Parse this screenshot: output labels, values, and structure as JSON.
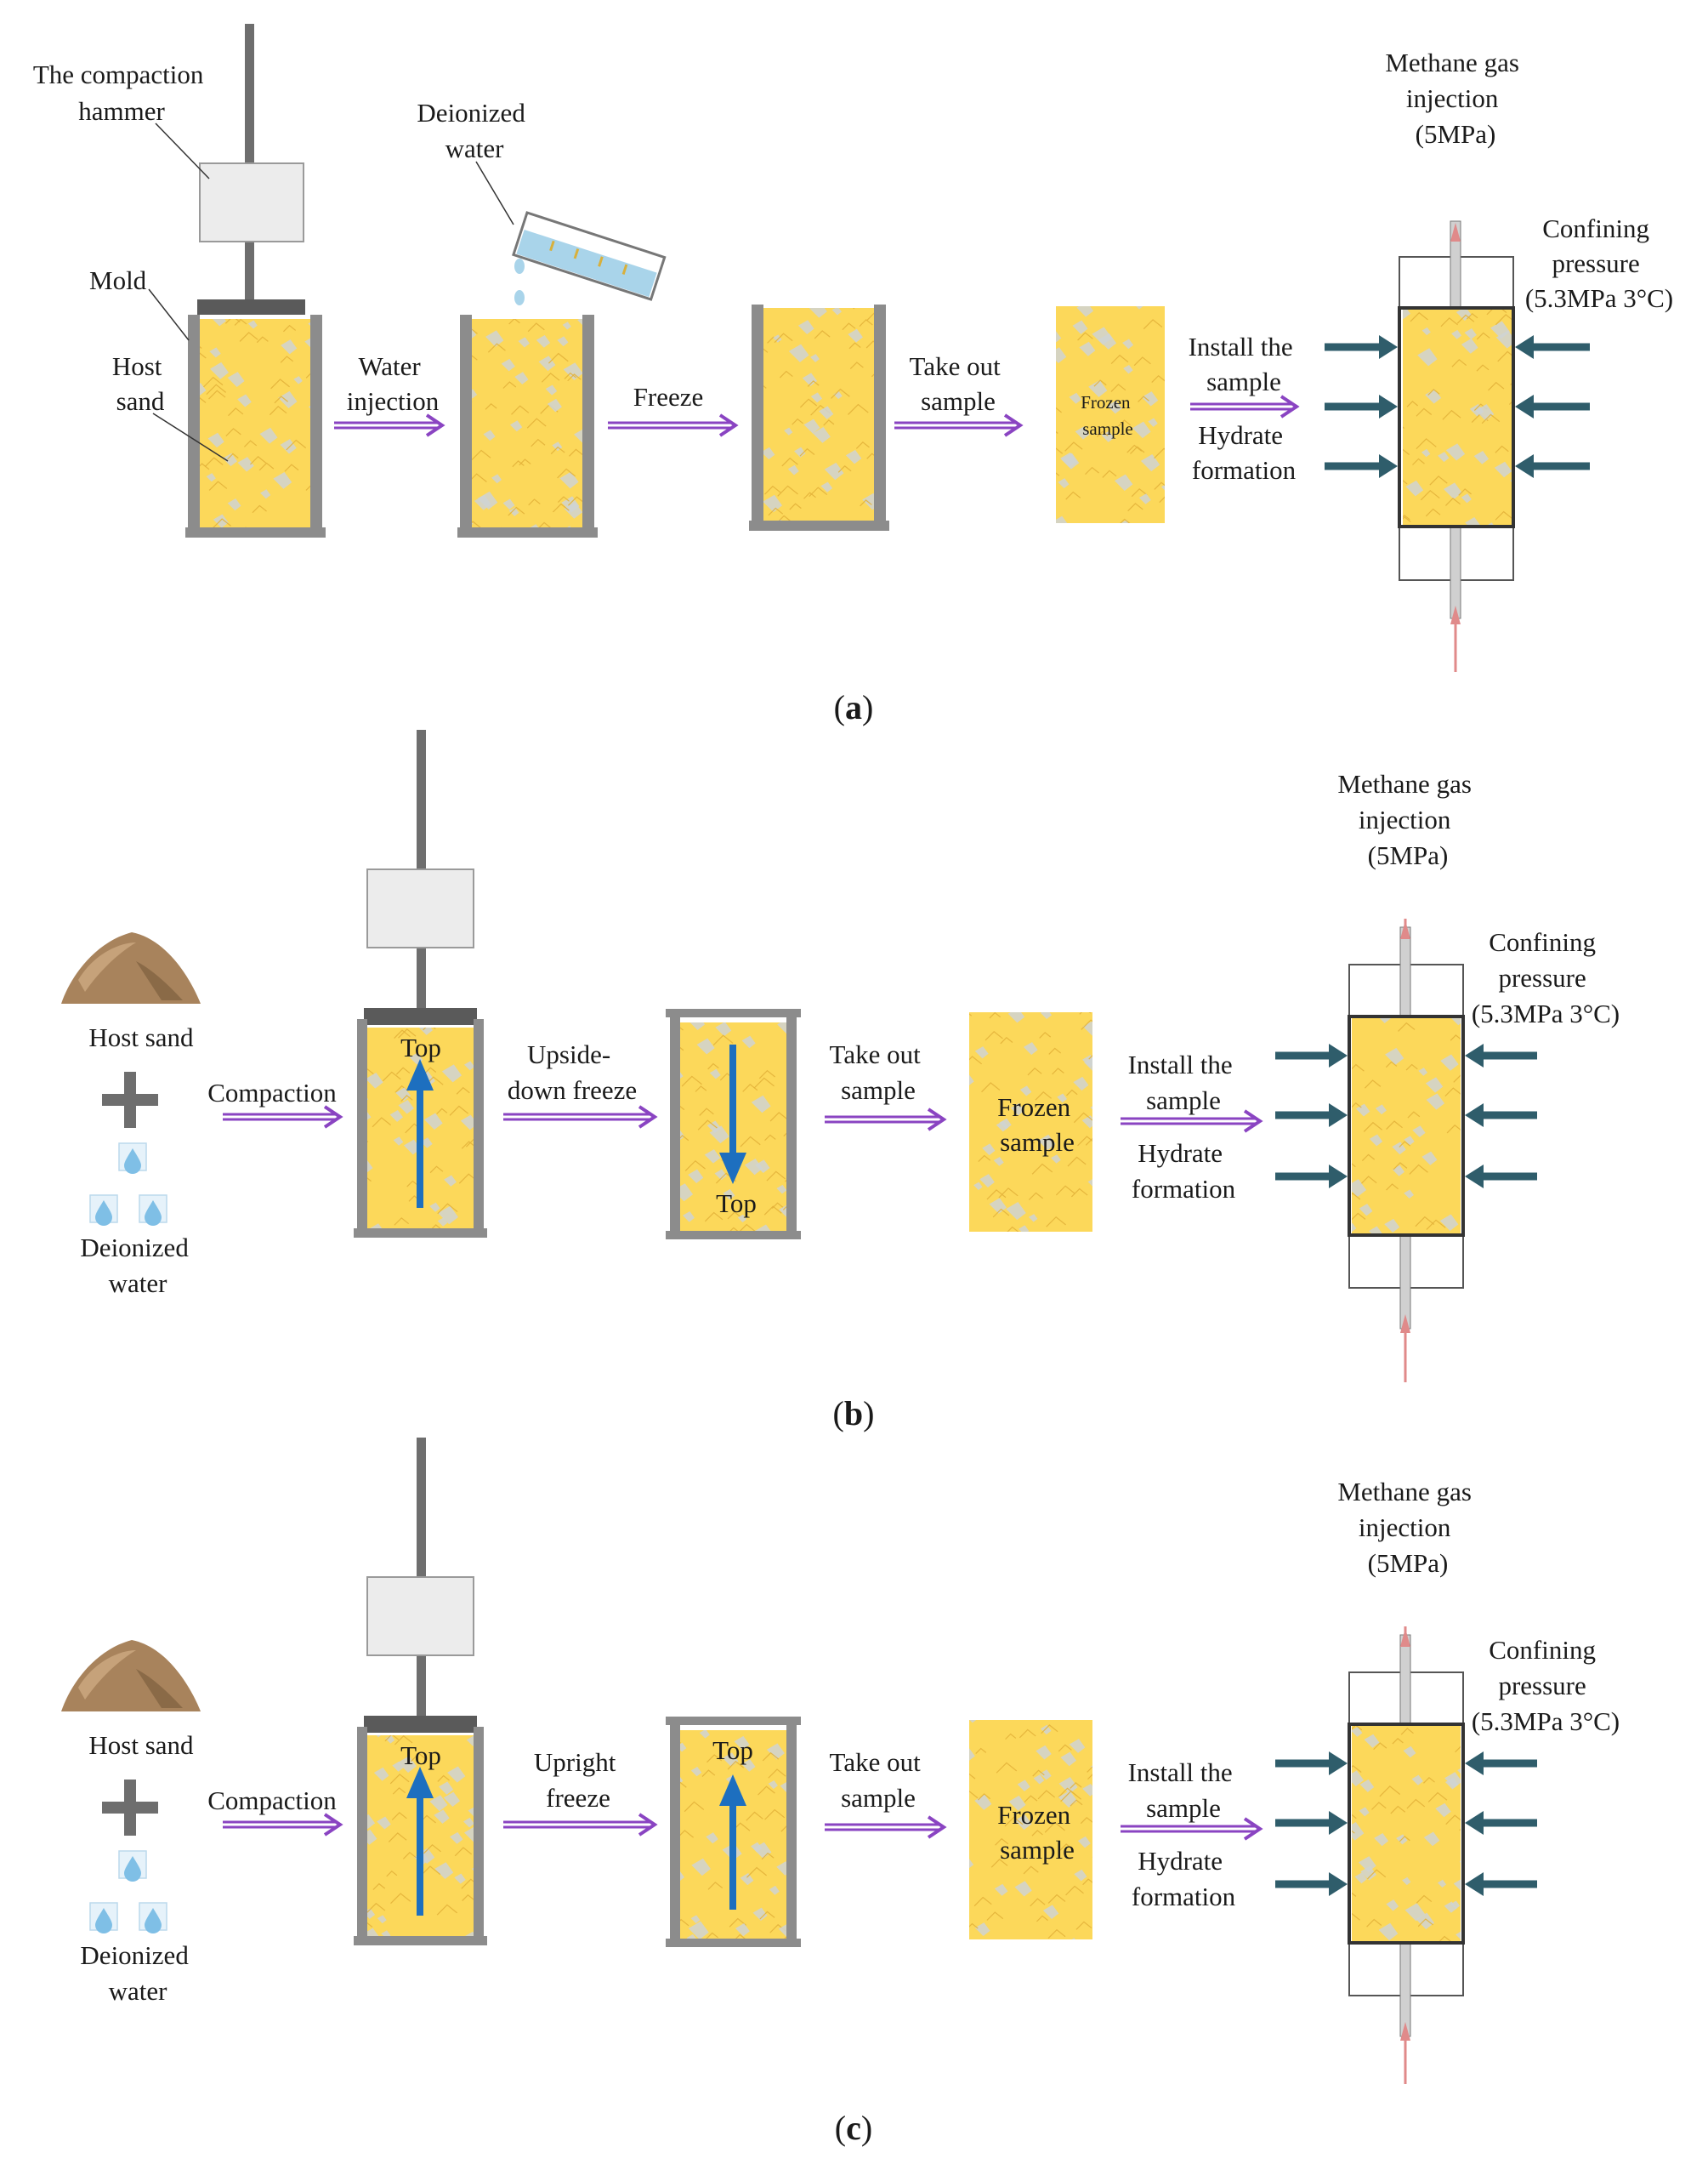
{
  "colors": {
    "sand": "#fcd85a",
    "sand_edge": "#e3b33a",
    "interstice": "#cfd3d3",
    "mold": "#8c8c8c",
    "plate": "#5a5a5a",
    "hammer_block": "#ececec",
    "process_arrow": "#8a44c2",
    "pressure_arrow": "#2f5d6b",
    "flow_arrow": "#1d6fbf",
    "gas_line": "#e08a8a",
    "water": "#a9d4ea",
    "sand_pile": "#a8835c"
  },
  "icons": [
    "compaction-hammer-icon",
    "mold-icon",
    "beaker-icon",
    "water-droplet-icon",
    "sand-pile-icon",
    "plus-icon",
    "pressure-cell-icon"
  ],
  "panel_a": {
    "caption": "(a)",
    "caption_letter": "a",
    "hammer_label": [
      "The compaction",
      "hammer"
    ],
    "mold_label": "Mold",
    "sand_label": [
      "Host",
      "sand"
    ],
    "water_label": [
      "Deionized",
      "water"
    ],
    "steps": [
      {
        "label": [
          "Water",
          "injection"
        ]
      },
      {
        "label": [
          "Freeze"
        ]
      },
      {
        "label": [
          "Take out",
          "sample"
        ]
      }
    ],
    "frozen_label": [
      "Frozen",
      "sample"
    ],
    "install_label": [
      "Install the",
      "sample"
    ],
    "hydrate_label": [
      "Hydrate",
      "formation"
    ],
    "gas_label": [
      "Methane gas",
      "injection",
      "(5MPa)"
    ],
    "confining_label": [
      "Confining",
      "pressure",
      "(5.3MPa 3°C)"
    ]
  },
  "panel_b": {
    "caption": "(b)",
    "caption_letter": "b",
    "sand_label": "Host sand",
    "water_label": [
      "Deionized",
      "water"
    ],
    "steps": [
      {
        "label": [
          "Compaction"
        ]
      },
      {
        "label": [
          "Upside-",
          "down freeze"
        ]
      },
      {
        "label": [
          "Take out",
          "sample"
        ]
      }
    ],
    "top_label_1": "Top",
    "top_label_2": "Top",
    "frozen_label": [
      "Frozen",
      "sample"
    ],
    "install_label": [
      "Install the",
      "sample"
    ],
    "hydrate_label": [
      "Hydrate",
      "formation"
    ],
    "gas_label": [
      "Methane gas",
      "injection",
      "(5MPa)"
    ],
    "confining_label": [
      "Confining",
      "pressure",
      "(5.3MPa 3°C)"
    ]
  },
  "panel_c": {
    "caption": "(c)",
    "caption_letter": "c",
    "sand_label": "Host sand",
    "water_label": [
      "Deionized",
      "water"
    ],
    "steps": [
      {
        "label": [
          "Compaction"
        ]
      },
      {
        "label": [
          "Upright",
          "freeze"
        ]
      },
      {
        "label": [
          "Take out",
          "sample"
        ]
      }
    ],
    "top_label_1": "Top",
    "top_label_2": "Top",
    "frozen_label": [
      "Frozen",
      "sample"
    ],
    "install_label": [
      "Install the",
      "sample"
    ],
    "hydrate_label": [
      "Hydrate",
      "formation"
    ],
    "gas_label": [
      "Methane gas",
      "injection",
      "(5MPa)"
    ],
    "confining_label": [
      "Confining",
      "pressure",
      "(5.3MPa 3°C)"
    ]
  }
}
